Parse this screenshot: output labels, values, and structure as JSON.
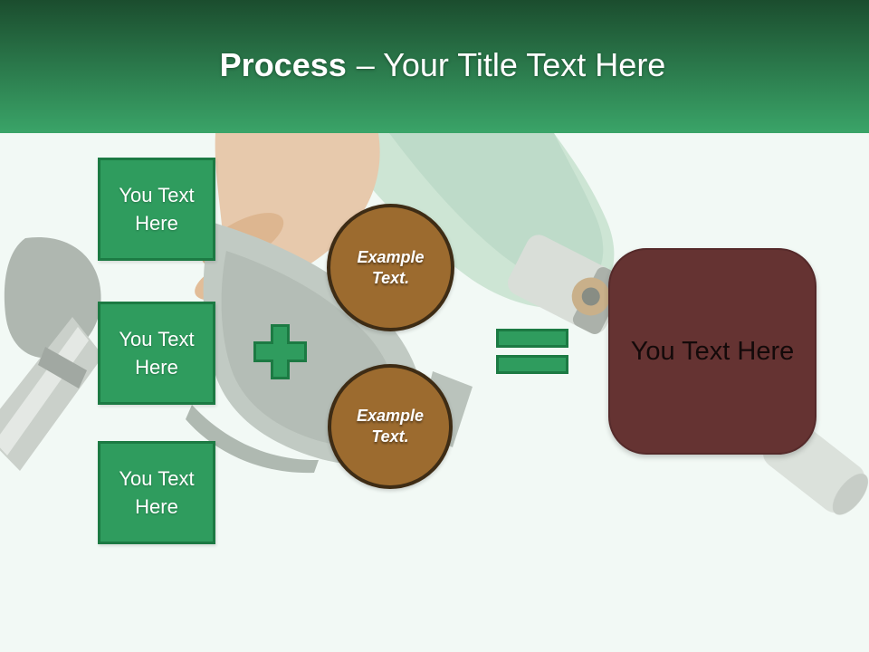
{
  "header": {
    "title_bold": "Process",
    "title_regular": "– Your Title Text Here"
  },
  "steps": [
    {
      "label": "You Text Here"
    },
    {
      "label": "You Text Here"
    },
    {
      "label": "You Text Here"
    }
  ],
  "examples": [
    {
      "label": "Example Text."
    },
    {
      "label": "Example Text."
    }
  ],
  "result": {
    "label": "You Text Here"
  },
  "operators": {
    "plus_icon": "plus",
    "equals_icon": "equals"
  },
  "background_image": "faded photo of a hand holding a green fuel pump nozzle",
  "colors": {
    "header_gradient_top": "#1b4d2e",
    "header_gradient_bottom": "#3aa468",
    "slide_background": "#f2f9f5",
    "title_color": "#ffffff",
    "step_fill": "#2f9c5e",
    "step_border": "#1c7a43",
    "step_text": "#ffffff",
    "circle_fill": "#9c6b2f",
    "circle_border": "#3e2c15",
    "circle_text": "#ffffff",
    "result_fill": "#653332",
    "result_border": "#552a2a",
    "result_text": "#140a0a"
  }
}
